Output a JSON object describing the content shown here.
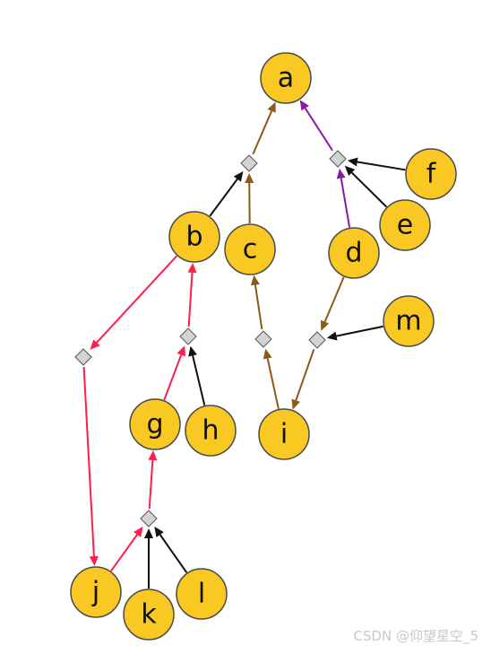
{
  "nodes": [
    {
      "id": "a",
      "label": "a"
    },
    {
      "id": "b",
      "label": "b"
    },
    {
      "id": "c",
      "label": "c"
    },
    {
      "id": "d",
      "label": "d"
    },
    {
      "id": "e",
      "label": "e"
    },
    {
      "id": "f",
      "label": "f"
    },
    {
      "id": "g",
      "label": "g"
    },
    {
      "id": "h",
      "label": "h"
    },
    {
      "id": "i",
      "label": "i"
    },
    {
      "id": "j",
      "label": "j"
    },
    {
      "id": "k",
      "label": "k"
    },
    {
      "id": "l",
      "label": "l"
    },
    {
      "id": "m",
      "label": "m"
    }
  ],
  "junctions": [
    "J1",
    "J2",
    "J3",
    "J4",
    "J5",
    "J6",
    "J7"
  ],
  "edges": [
    {
      "from": "J1",
      "to": "a",
      "color": "brown"
    },
    {
      "from": "b",
      "to": "J1",
      "color": "black"
    },
    {
      "from": "c",
      "to": "J1",
      "color": "brown"
    },
    {
      "from": "J2",
      "to": "a",
      "color": "purple"
    },
    {
      "from": "f",
      "to": "J2",
      "color": "black"
    },
    {
      "from": "e",
      "to": "J2",
      "color": "black"
    },
    {
      "from": "d",
      "to": "J2",
      "color": "purple"
    },
    {
      "from": "b",
      "to": "J3",
      "color": "red"
    },
    {
      "from": "J3",
      "to": "j",
      "color": "red"
    },
    {
      "from": "J4",
      "to": "b",
      "color": "red"
    },
    {
      "from": "g",
      "to": "J4",
      "color": "red"
    },
    {
      "from": "h",
      "to": "J4",
      "color": "black"
    },
    {
      "from": "J5",
      "to": "c",
      "color": "brown"
    },
    {
      "from": "i",
      "to": "J5",
      "color": "brown"
    },
    {
      "from": "d",
      "to": "J6",
      "color": "brown"
    },
    {
      "from": "m",
      "to": "J6",
      "color": "black"
    },
    {
      "from": "J6",
      "to": "i",
      "color": "brown"
    },
    {
      "from": "J7",
      "to": "g",
      "color": "red"
    },
    {
      "from": "j",
      "to": "J7",
      "color": "red"
    },
    {
      "from": "k",
      "to": "J7",
      "color": "black"
    },
    {
      "from": "l",
      "to": "J7",
      "color": "black"
    }
  ],
  "colors": {
    "node_fill": "#f9c823",
    "node_stroke": "#4a4a4a",
    "junction_fill": "#d3d3d3",
    "brown": "#8b5a1a",
    "purple": "#8a1aa8",
    "black": "#111111",
    "red": "#ff1e4b"
  },
  "watermark": "CSDN @仰望星空_5"
}
